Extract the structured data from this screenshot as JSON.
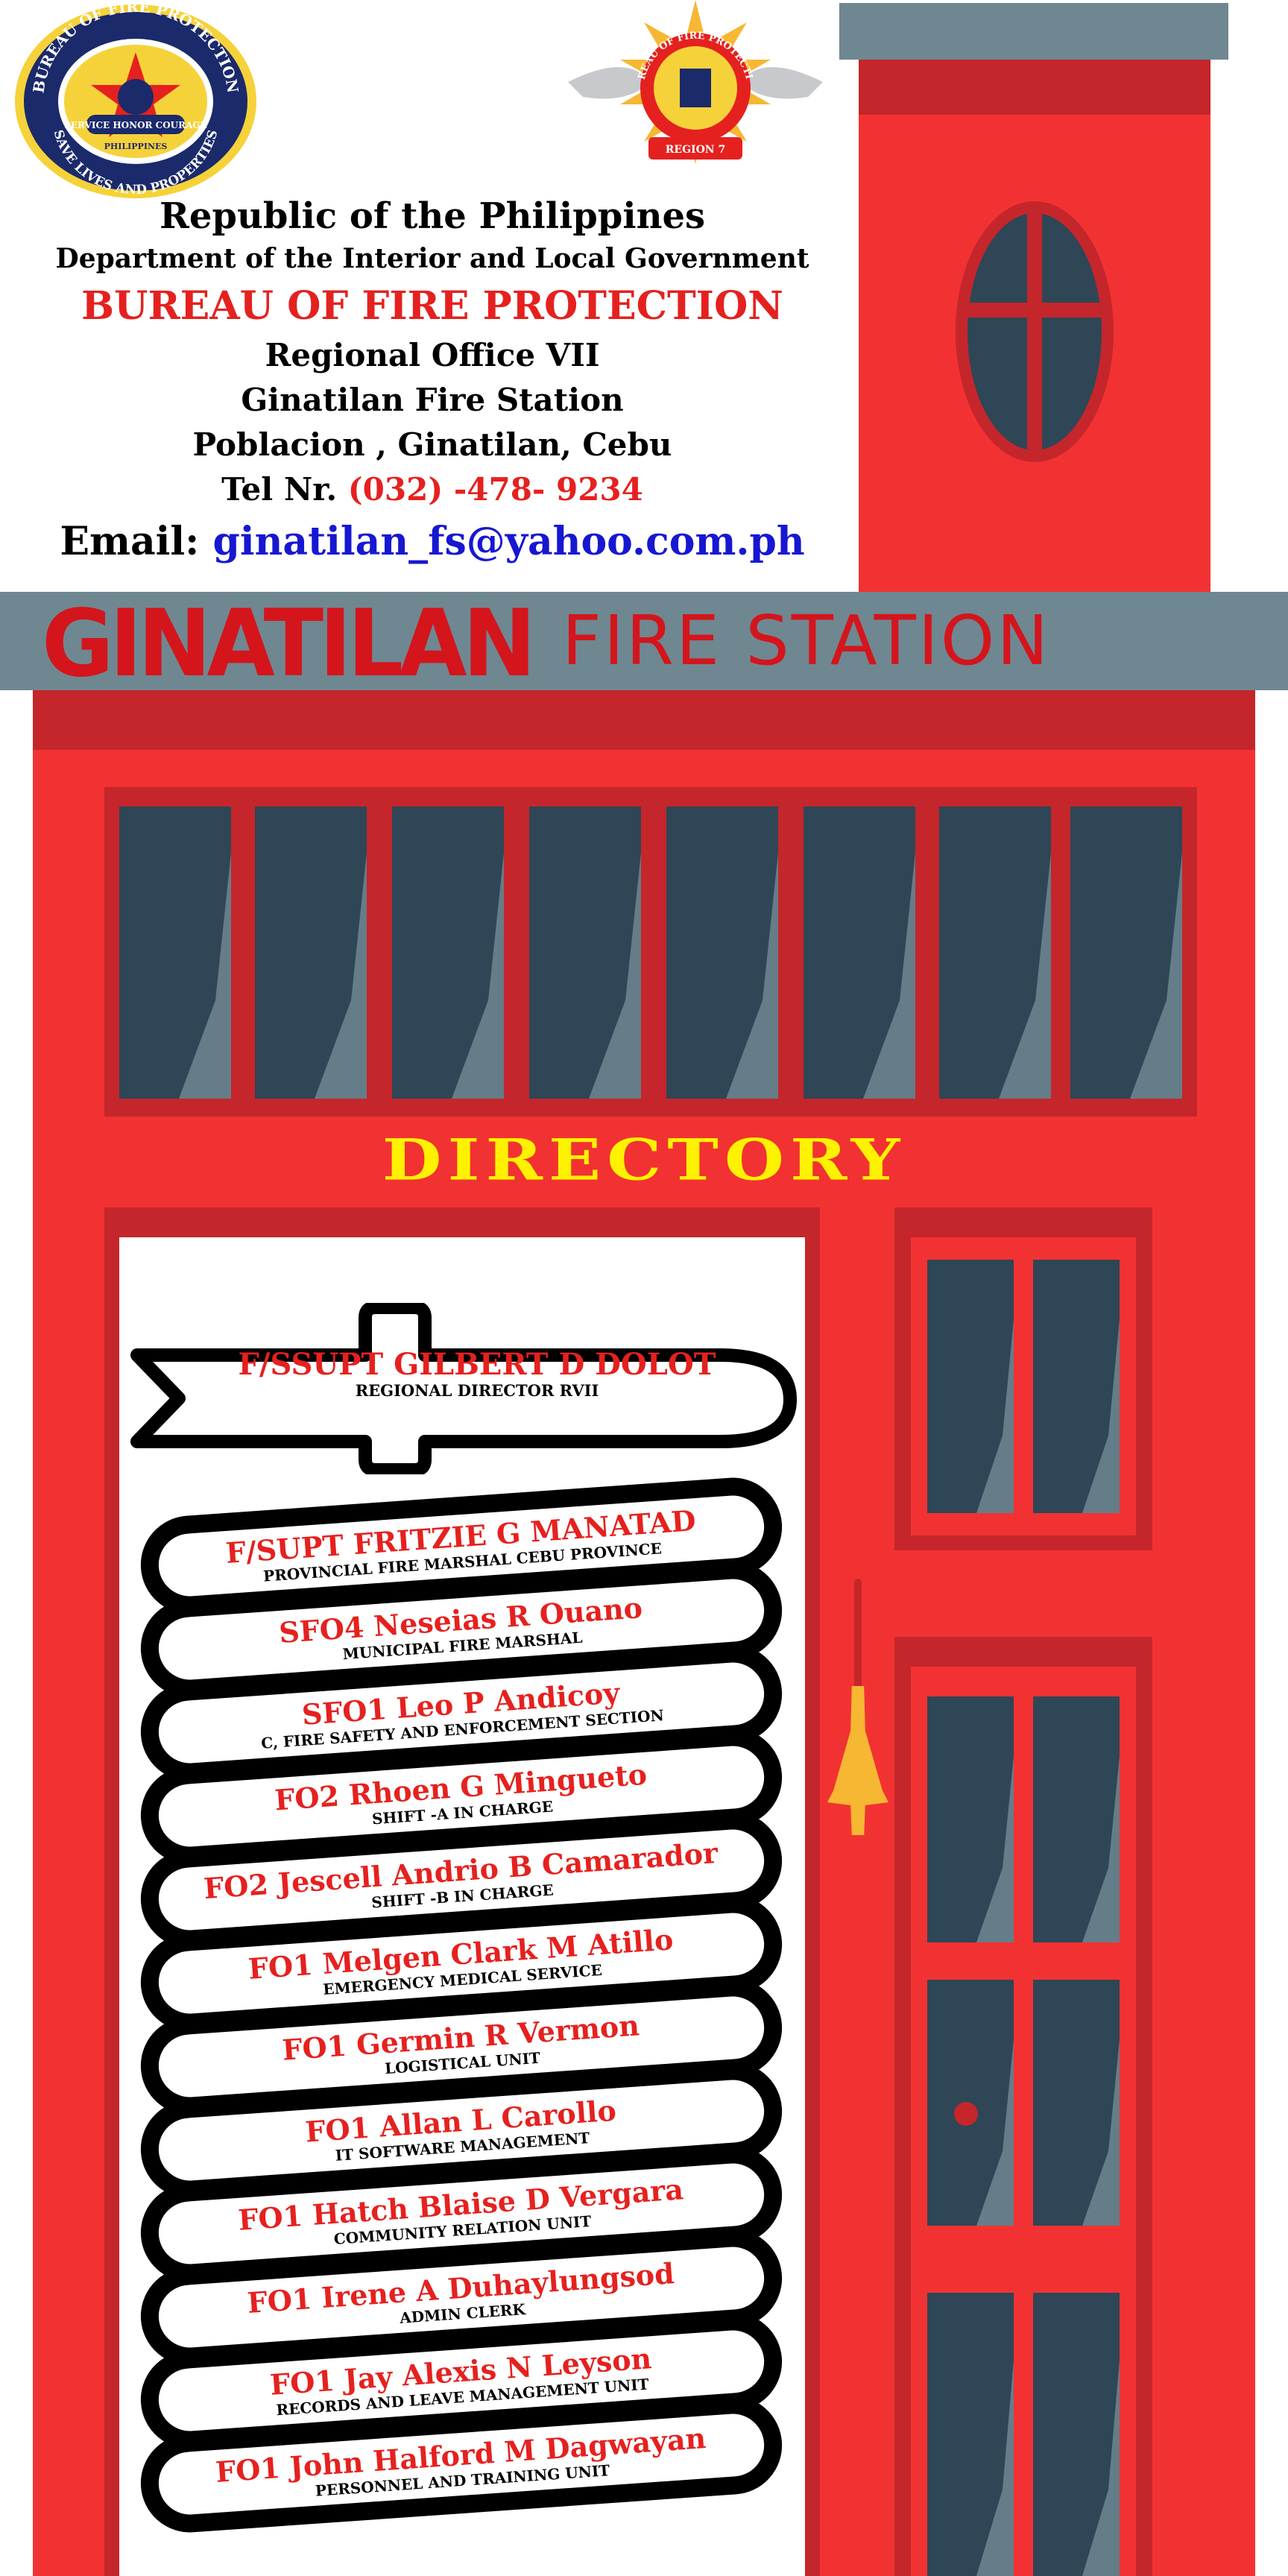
{
  "header": {
    "line1": "Republic of the Philippines",
    "line2": "Department of the Interior and Local Government",
    "line3": "BUREAU OF FIRE PROTECTION",
    "line4": "Regional Office VII",
    "line5": "Ginatilan Fire Station",
    "line6": "Poblacion , Ginatilan, Cebu",
    "tel_label": "Tel Nr.",
    "tel_value": "(032) -478- 9234",
    "email_label": "Email:",
    "email_value": "ginatilan_fs@yahoo.com.ph"
  },
  "seals": {
    "left": {
      "ring_top": "BUREAU OF FIRE PROTECTION",
      "ring_bottom": "SAVE LIVES AND PROPERTIES",
      "ribbon": "SERVICE HONOR COURAGE",
      "country": "PHILIPPINES"
    },
    "right": {
      "ring_top": "BUREAU OF FIRE PROTECTION",
      "ribbon": "REGION 7"
    }
  },
  "sign": {
    "big": "GINATILAN",
    "small": "FIRE STATION"
  },
  "directory": {
    "title": "DIRECTORY",
    "head": {
      "name": "F/SSUPT GILBERT D DOLOT",
      "role": "REGIONAL DIRECTOR RVII"
    },
    "entries": [
      {
        "name": "F/SUPT FRITZIE G MANATAD",
        "role": "PROVINCIAL FIRE MARSHAL CEBU PROVINCE"
      },
      {
        "name": "SFO4 Neseias R Ouano",
        "role": "MUNICIPAL FIRE MARSHAL"
      },
      {
        "name": "SFO1 Leo P Andicoy",
        "role": "C, FIRE SAFETY AND ENFORCEMENT SECTION"
      },
      {
        "name": "FO2 Rhoen G Mingueto",
        "role": "SHIFT -A IN CHARGE"
      },
      {
        "name": "FO2 Jescell Andrio B Camarador",
        "role": "SHIFT -B IN CHARGE"
      },
      {
        "name": "FO1 Melgen Clark M Atillo",
        "role": "EMERGENCY MEDICAL SERVICE"
      },
      {
        "name": "FO1 Germin R Vermon",
        "role": "LOGISTICAL UNIT"
      },
      {
        "name": "FO1 Allan L Carollo",
        "role": "IT SOFTWARE MANAGEMENT"
      },
      {
        "name": "FO1 Hatch Blaise D Vergara",
        "role": "COMMUNITY RELATION UNIT"
      },
      {
        "name": "FO1 Irene A Duhaylungsod",
        "role": "ADMIN CLERK"
      },
      {
        "name": "FO1 Jay Alexis N Leyson",
        "role": "RECORDS AND LEAVE MANAGEMENT UNIT"
      },
      {
        "name": "FO1 John Halford M Dagwayan",
        "role": "PERSONNEL AND TRAINING UNIT"
      }
    ]
  },
  "colors": {
    "building_red": "#f23232",
    "dark_red": "#c4262b",
    "slate": "#6f8791",
    "window": "#2e4656",
    "title_yellow": "#fff200",
    "name_red": "#e5211f",
    "email_blue": "#1717d1"
  }
}
